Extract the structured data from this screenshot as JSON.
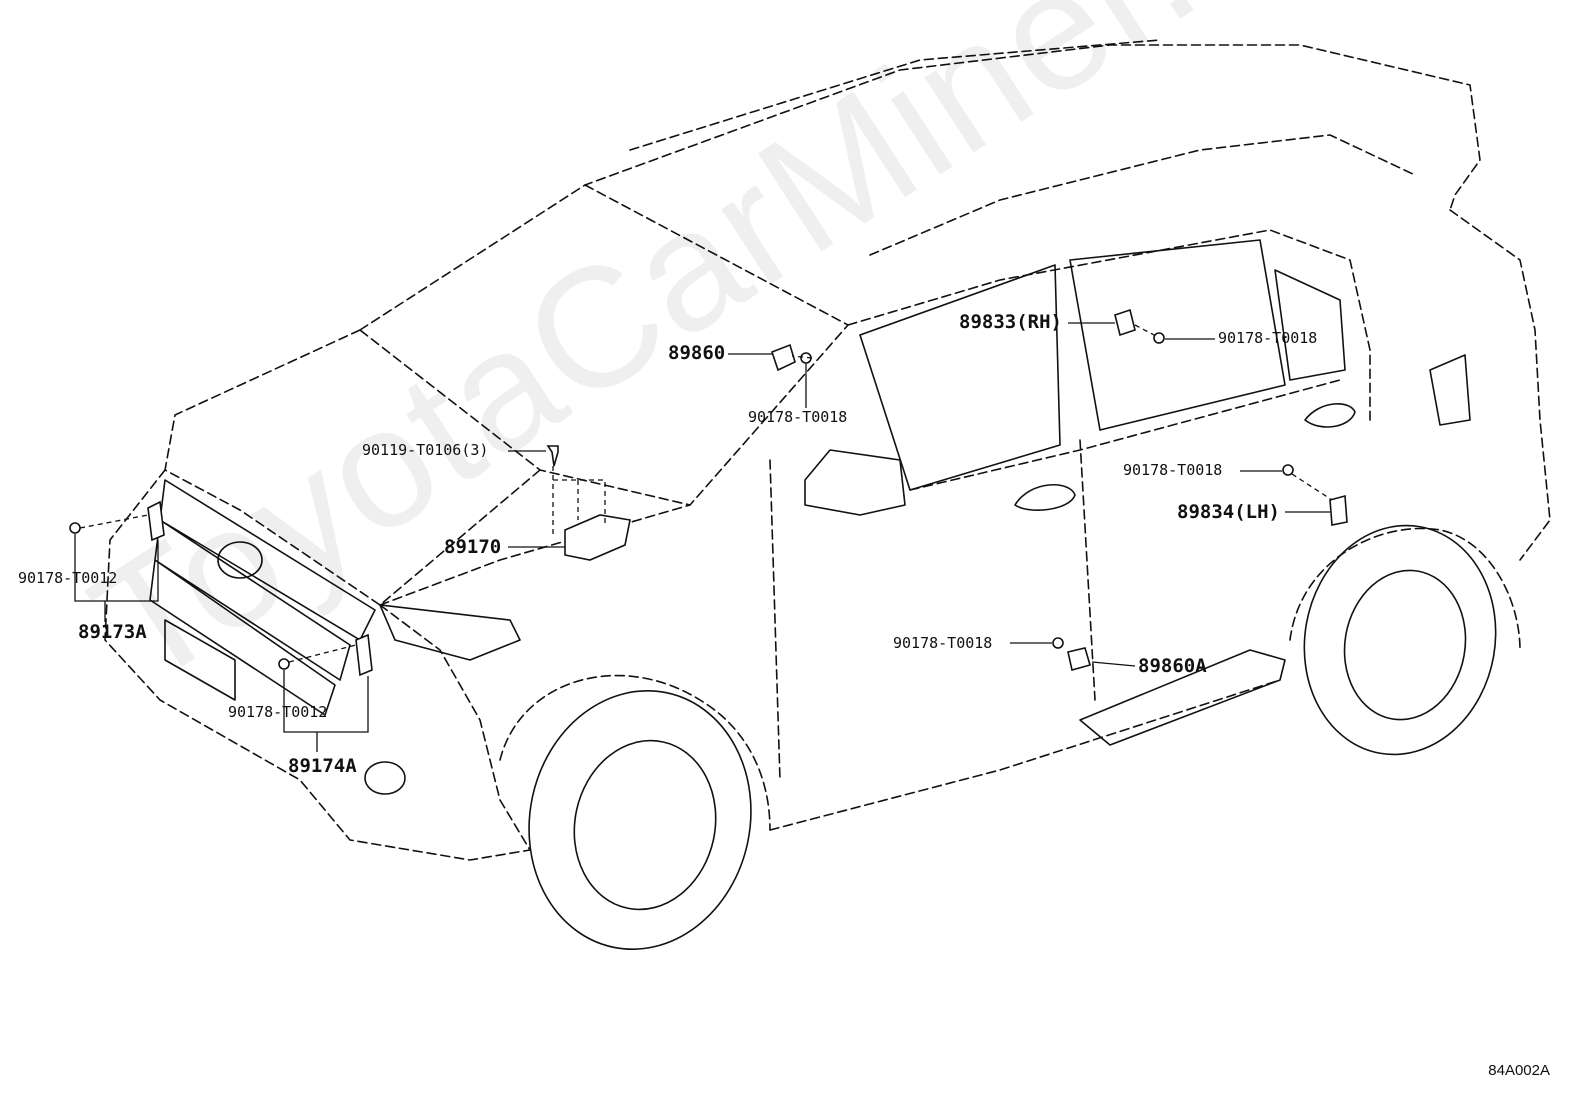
{
  "watermark": "ToyotaCarMiner.ru",
  "diagram_code": "84A002A",
  "parts": {
    "p89860": "89860",
    "p90178_t0018_a": "90178-T0018",
    "p90119": "90119-T0106(3)",
    "p89170": "89170",
    "p89833": "89833(RH)",
    "p90178_t0018_b": "90178-T0018",
    "p90178_t0018_c": "90178-T0018",
    "p89834": "89834(LH)",
    "p90178_t0018_d": "90178-T0018",
    "p89860a": "89860A",
    "p90178_t0012_a": "90178-T0012",
    "p89173a": "89173A",
    "p90178_t0012_b": "90178-T0012",
    "p89174a": "89174A"
  }
}
